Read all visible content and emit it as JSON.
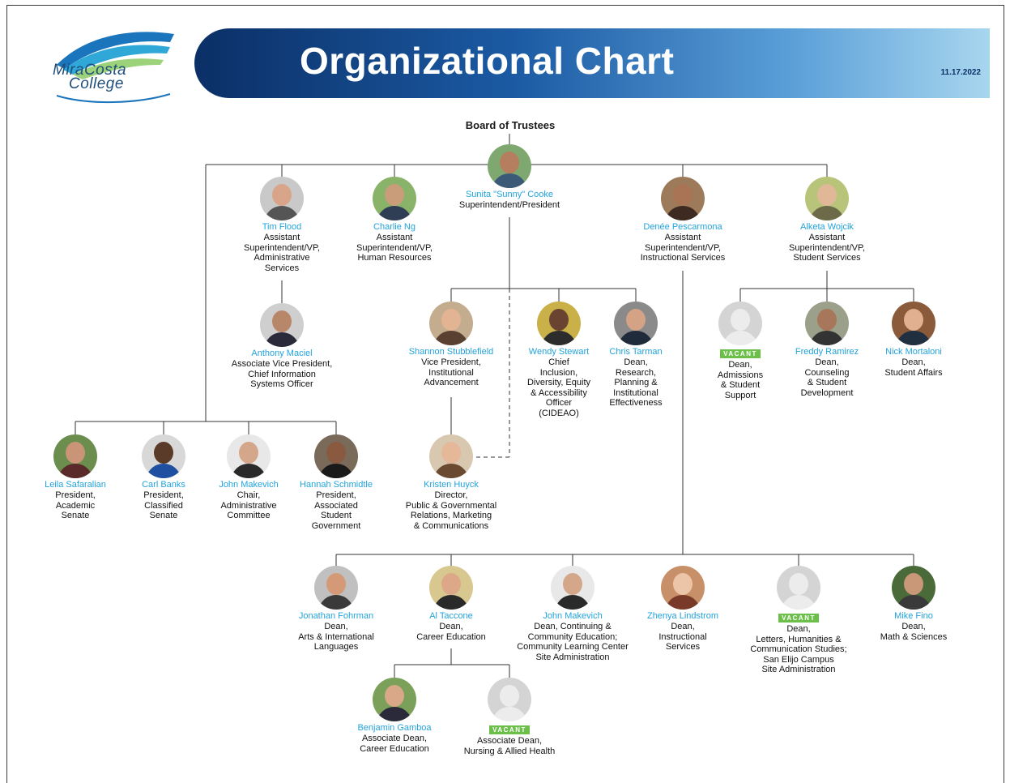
{
  "header": {
    "logo_line1": "MiraCosta",
    "logo_line2": "College",
    "title": "Organizational Chart",
    "date": "11.17.2022"
  },
  "board": "Board of Trustees",
  "vacant_label": "VACANT",
  "people": {
    "cooke": {
      "name": "Sunita \"Sunny\" Cooke",
      "title": "Superintendent/President"
    },
    "flood": {
      "name": "Tim Flood",
      "title": "Assistant\nSuperintendent/VP,\nAdministrative\nServices"
    },
    "ng": {
      "name": "Charlie Ng",
      "title": "Assistant\nSuperintendent/VP,\nHuman Resources"
    },
    "pescarmona": {
      "name": "Denée Pescarmona",
      "title": "Assistant\nSuperintendent/VP,\nInstructional Services"
    },
    "wojcik": {
      "name": "Alketa Wojcik",
      "title": "Assistant\nSuperintendent/VP,\nStudent Services"
    },
    "maciel": {
      "name": "Anthony Maciel",
      "title": "Associate Vice President,\nChief Information\nSystems Officer"
    },
    "stubblefield": {
      "name": "Shannon Stubblefield",
      "title": "Vice President,\nInstitutional\nAdvancement"
    },
    "stewart": {
      "name": "Wendy Stewart",
      "title": "Chief\nInclusion,\nDiversity, Equity\n& Accessibility\nOfficer\n(CIDEAO)"
    },
    "tarman": {
      "name": "Chris Tarman",
      "title": "Dean,\nResearch,\nPlanning &\nInstitutional\nEffectiveness"
    },
    "vacant_admissions": {
      "name": "",
      "title": "Dean,\nAdmissions\n& Student\nSupport"
    },
    "ramirez": {
      "name": "Freddy Ramirez",
      "title": "Dean,\nCounseling\n& Student\nDevelopment"
    },
    "mortaloni": {
      "name": "Nick Mortaloni",
      "title": "Dean,\nStudent Affairs"
    },
    "safaralian": {
      "name": "Leila Safaralian",
      "title": "President,\nAcademic\nSenate"
    },
    "banks": {
      "name": "Carl Banks",
      "title": "President,\nClassified\nSenate"
    },
    "makevich1": {
      "name": "John Makevich",
      "title": "Chair,\nAdministrative\nCommittee"
    },
    "schmidtle": {
      "name": "Hannah Schmidtle",
      "title": "President,\nAssociated\nStudent\nGovernment"
    },
    "huyck": {
      "name": "Kristen Huyck",
      "title": "Director,\nPublic & Governmental\nRelations, Marketing\n& Communications"
    },
    "fohrman": {
      "name": "Jonathan Fohrman",
      "title": "Dean,\nArts & International\nLanguages"
    },
    "taccone": {
      "name": "Al Taccone",
      "title": "Dean,\nCareer Education"
    },
    "makevich2": {
      "name": "John Makevich",
      "title": "Dean, Continuing &\nCommunity Education;\nCommunity Learning Center\nSite Administration"
    },
    "lindstrom": {
      "name": "Zhenya Lindstrom",
      "title": "Dean,\nInstructional\nServices"
    },
    "vacant_letters": {
      "name": "",
      "title": "Dean,\nLetters, Humanities &\nCommunication Studies;\nSan Elijo Campus\nSite Administration"
    },
    "fino": {
      "name": "Mike Fino",
      "title": "Dean,\nMath & Sciences"
    },
    "gamboa": {
      "name": "Benjamin Gamboa",
      "title": "Associate Dean,\nCareer Education"
    },
    "vacant_nursing": {
      "name": "",
      "title": "Associate Dean,\nNursing & Allied Health"
    }
  }
}
